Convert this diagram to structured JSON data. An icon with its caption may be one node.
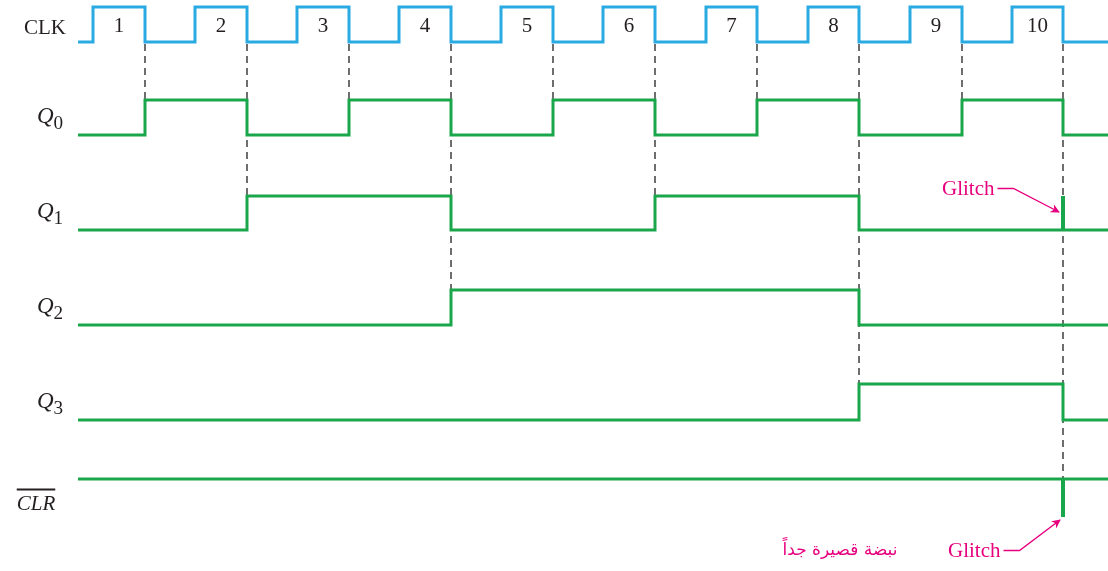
{
  "diagram": {
    "nodes": [
      {
        "text": [
          "Glitch"
        ]
      },
      {
        "text": [
          "Glitch"
        ]
      },
      {
        "text": [],
        "shape": "bar"
      },
      {
        "text": [],
        "shape": "bar"
      }
    ],
    "edges": [
      {
        "from": 0,
        "to": 2,
        "arrow": "to"
      },
      {
        "from": 1,
        "to": 3,
        "arrow": "to"
      }
    ],
    "labels": [
      "CLK",
      "1",
      "2",
      "3",
      "4",
      "5",
      "6",
      "7",
      "8",
      "9",
      "10",
      "*Q*$_{0}$",
      "*Q*$_{1}$",
      "*Q*$_{2}$",
      "*Q*$_{3}$",
      "CLR",
      "نبضة قصيرة جداً"
    ]
  }
}
